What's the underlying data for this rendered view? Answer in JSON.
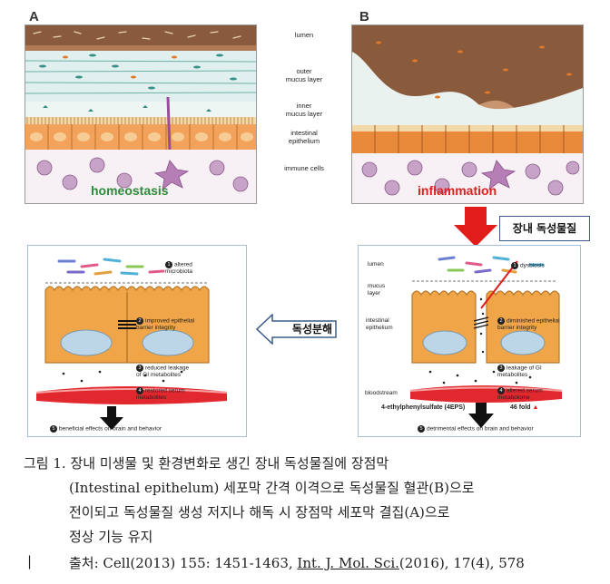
{
  "panel_a": {
    "letter": "A",
    "state_label": "homeostasis",
    "state_color": "#2e8b3a"
  },
  "panel_b": {
    "letter": "B",
    "state_label": "inflammation",
    "state_color": "#e0201c"
  },
  "layer_labels": {
    "lumen": "lumen",
    "outer_mucus": "outer\nmucus layer",
    "inner_mucus": "inner\nmucus layer",
    "epithelium": "intestinal\nepithelium",
    "immune": "immune cells"
  },
  "callouts": {
    "toxin": "장내 독성물질",
    "detox": "독성분해"
  },
  "bottom_left": {
    "items": [
      {
        "num": "1",
        "text": "altered\nmicrobiota"
      },
      {
        "num": "2",
        "text": "improved epithelial\nbarrier integrity"
      },
      {
        "num": "3",
        "text": "reduced leakage\nof GI metabolites"
      },
      {
        "num": "4",
        "text": "restored serum\nmetabolites"
      },
      {
        "num": "5",
        "text": "beneficial effects on brain and behavior"
      }
    ]
  },
  "bottom_right": {
    "side_labels": {
      "lumen": "lumen",
      "mucus": "mucus\nlayer",
      "epithelium": "intestinal\nepithelium",
      "bloodstream": "bloodstream"
    },
    "items": [
      {
        "num": "1",
        "text": "dysbiosis"
      },
      {
        "num": "2",
        "text": "diminished epithelial\nbarrier integrity"
      },
      {
        "num": "3",
        "text": "leakage of GI\nmetabolites"
      },
      {
        "num": "4",
        "text": "altered serum\nmetabolome"
      },
      {
        "num": "5",
        "text": "detrimental effects on brain and behavior"
      }
    ],
    "metabolite": "4-ethylphenylsulfate (4EPS)",
    "fold": "46 fold"
  },
  "caption": {
    "line1": "그림 1. 장내 미생물 및 환경변화로 생긴 장내 독성물질에 장점막",
    "line2": "(Intestinal epithelum) 세포막 간격 이격으로 독성물질 혈관(B)으로",
    "line3": "전이되고 독성물질 생성 저지나 해독 시 장점막 세포막 결집(A)으로",
    "line4": "정상 기능 유지",
    "source_bar": "|",
    "source_a": "출처: Cell(2013) 155: 1451-1463, ",
    "source_b": "Int. J. Mol. Sci.",
    "source_c": "(2016), 17(4), 578"
  }
}
